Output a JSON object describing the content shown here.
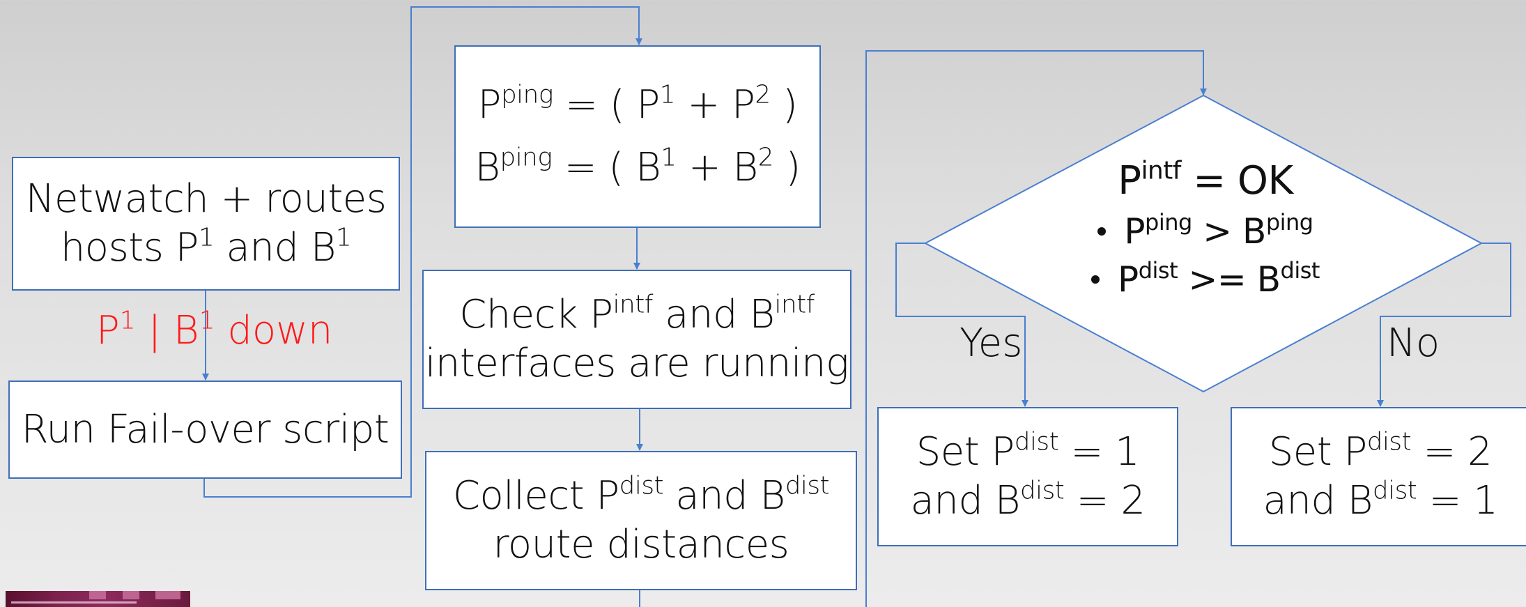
{
  "colors": {
    "box_border": "#3f6fb8",
    "connector": "#4a7fd0",
    "alert_text": "#ff1a1a",
    "background": "#dedede"
  },
  "boxes": {
    "netwatch": {
      "line1": "Netwatch + routes",
      "line2_pre": "hosts P",
      "line2_sup1": "1",
      "line2_mid": " and B",
      "line2_sup2": "1"
    },
    "failover": {
      "text": "Run Fail-over script"
    },
    "ping_calc": {
      "line1_base": "P",
      "line1_sup": "ping",
      "line1_expr_a": " = ( P",
      "line1_sup_a": "1",
      "line1_expr_b": " + P",
      "line1_sup_b": "2",
      "line1_close": " )",
      "line2_base": "B",
      "line2_sup": "ping",
      "line2_expr_a": " = ( B",
      "line2_sup_a": "1",
      "line2_expr_b": " + B",
      "line2_sup_b": "2",
      "line2_close": " )"
    },
    "check_intf": {
      "line1_pre": "Check P",
      "line1_sup1": "intf",
      "line1_mid": " and B",
      "line1_sup2": "intf",
      "line2": "interfaces are running"
    },
    "collect_dist": {
      "line1_pre": "Collect P",
      "line1_sup1": "dist",
      "line1_mid": " and B",
      "line1_sup2": "dist",
      "line2": "route distances"
    },
    "set_yes": {
      "line1_pre": "Set P",
      "line1_sup": "dist",
      "line1_val": " = 1",
      "line2_pre": "and B",
      "line2_sup": "dist",
      "line2_val": " = 2"
    },
    "set_no": {
      "line1_pre": "Set P",
      "line1_sup": "dist",
      "line1_val": " = 2",
      "line2_pre": "and B",
      "line2_sup": "dist",
      "line2_val": " = 1"
    }
  },
  "decision": {
    "cond1_base": "P",
    "cond1_sup": "intf",
    "cond1_rest": " = OK",
    "cond2_base": "P",
    "cond2_sup": "ping",
    "cond2_op": " > B",
    "cond2_sup2": "ping",
    "cond3_base": "P",
    "cond3_sup": "dist",
    "cond3_op": " >= B",
    "cond3_sup2": "dist"
  },
  "labels": {
    "down_pre": "P",
    "down_sup1": "1",
    "down_mid": " | B",
    "down_sup2": "1",
    "down_post": " down",
    "yes": "Yes",
    "no": "No"
  }
}
